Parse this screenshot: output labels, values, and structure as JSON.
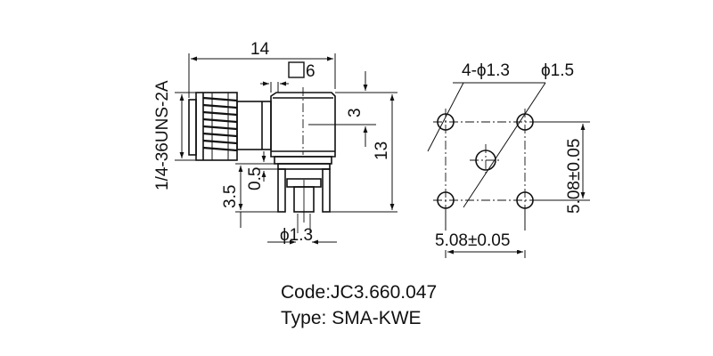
{
  "side_view": {
    "thread_label": "1/4-36UNS-2A",
    "dim_length": "14",
    "dim_square_prefix": "□",
    "dim_square": "6",
    "dim_offset": "3",
    "dim_height": "13",
    "dim_standoff": "0.5",
    "dim_pin_length": "3.5",
    "dim_pin_diameter": "ϕ1.3"
  },
  "pcb_layout": {
    "hole_callout": "4-ϕ1.3",
    "center_hole_callout": "ϕ1.5",
    "pitch_vertical": "5.08±0.05",
    "pitch_horizontal": "5.08±0.05"
  },
  "caption": {
    "code": "Code:JC3.660.047",
    "type": "Type: SMA-KWE"
  }
}
